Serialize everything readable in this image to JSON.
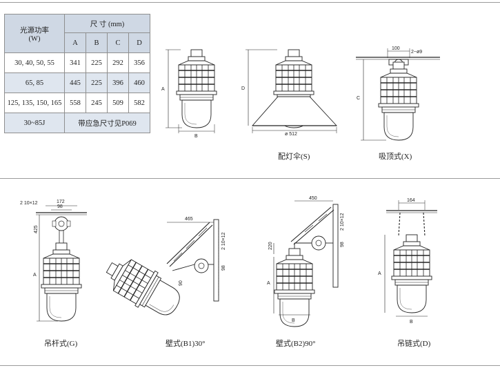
{
  "table": {
    "head_power": "光源功率",
    "head_power_unit": "(W)",
    "head_size": "尺  寸 (mm)",
    "cols": [
      "A",
      "B",
      "C",
      "D"
    ],
    "rows": [
      {
        "power": "30, 40, 50, 55",
        "a": "341",
        "b": "225",
        "c": "292",
        "d": "356"
      },
      {
        "power": "65, 85",
        "a": "445",
        "b": "225",
        "c": "396",
        "d": "460"
      },
      {
        "power": "125, 135, 150, 165",
        "a": "558",
        "b": "245",
        "c": "509",
        "d": "582"
      }
    ],
    "last_row": {
      "power": "30~85J",
      "note": "带应急尺寸见P069"
    }
  },
  "diagrams": {
    "captions": {
      "reflector": "配灯伞(S)",
      "ceiling": "吸顶式(X)",
      "pole": "吊杆式(G)",
      "wall30": "壁式(B1)30°",
      "wall90": "壁式(B2)90°",
      "chain": "吊链式(D)"
    },
    "dims": {
      "A": "A",
      "B": "B",
      "C": "C",
      "D": "D",
      "reflector_dia": "ø 512",
      "ceiling_100": "100",
      "ceiling_holes": "2~ø9",
      "pole_holes": "2 10×12",
      "pole_172": "172",
      "pole_98": "98",
      "pole_425": "425",
      "w30_465": "465",
      "w30_holes": "2 10×12",
      "w30_98": "98",
      "w30_90": "90",
      "w90_450": "450",
      "w90_holes": "2 10×12",
      "w90_98": "98",
      "w90_220": "220",
      "chain_164": "164"
    }
  }
}
